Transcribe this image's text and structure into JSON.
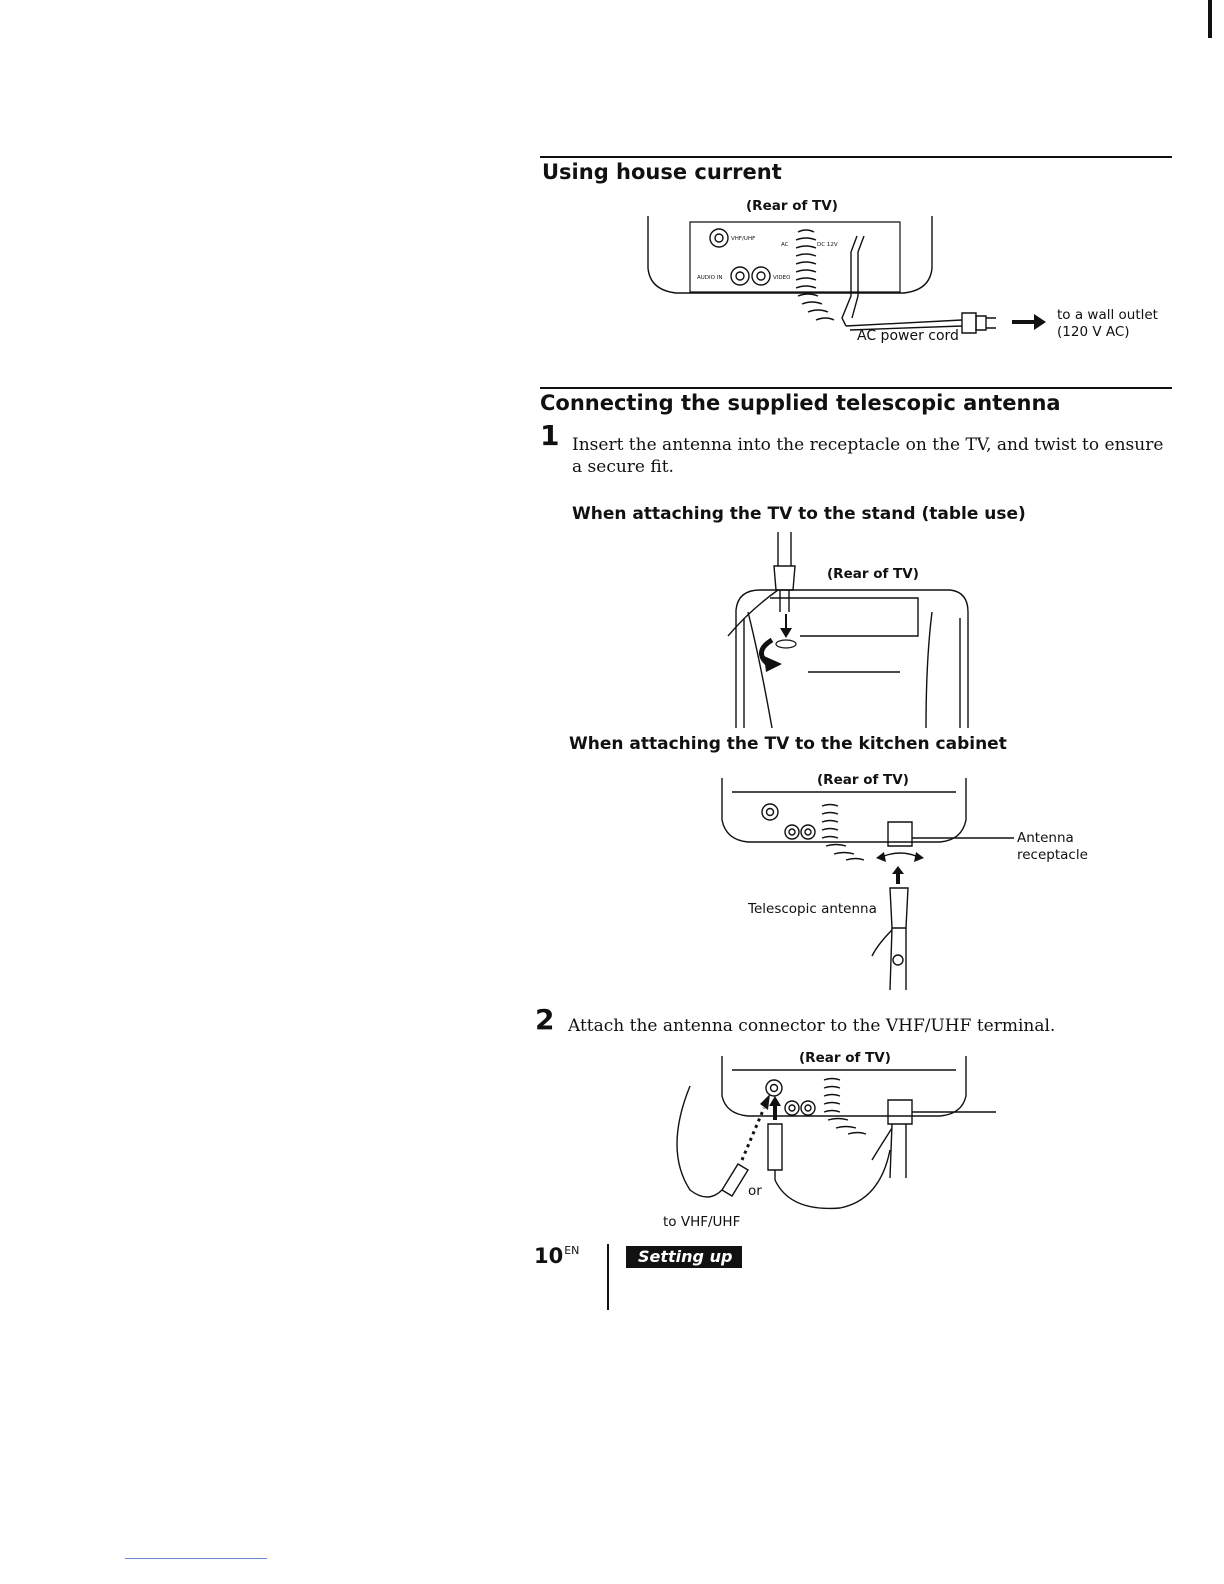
{
  "sections": {
    "house_current": {
      "title": "Using house current",
      "rear_label": "(Rear of TV)",
      "terminal_vhf": "VHF/UHF",
      "terminal_audio": "AUDIO IN",
      "terminal_video": "VIDEO",
      "terminal_ac": "AC",
      "terminal_dc": "DC 12V",
      "cord_label": "AC power cord",
      "outlet_line1": "to a wall outlet",
      "outlet_line2": "(120 V AC)"
    },
    "antenna": {
      "title": "Connecting the supplied telescopic antenna",
      "step1_num": "1",
      "step1_line1": "Insert the antenna into the receptacle on the TV, and twist to ensure",
      "step1_line2": "a secure fit.",
      "stand_heading": "When attaching the TV to the stand (table use)",
      "stand_rear_label": "(Rear of TV)",
      "cabinet_heading": "When attaching the TV to the kitchen cabinet",
      "cabinet_rear_label": "(Rear of TV)",
      "receptacle_line1": "Antenna",
      "receptacle_line2": "receptacle",
      "telescopic_label": "Telescopic antenna",
      "step2_num": "2",
      "step2_text": "Attach the antenna connector to the VHF/UHF terminal.",
      "step2_rear_label": "(Rear of TV)",
      "or_label": "or",
      "to_vhf_label": "to VHF/UHF"
    }
  },
  "footer": {
    "page_number": "10",
    "page_suffix": "EN",
    "section_badge": "Setting up"
  }
}
